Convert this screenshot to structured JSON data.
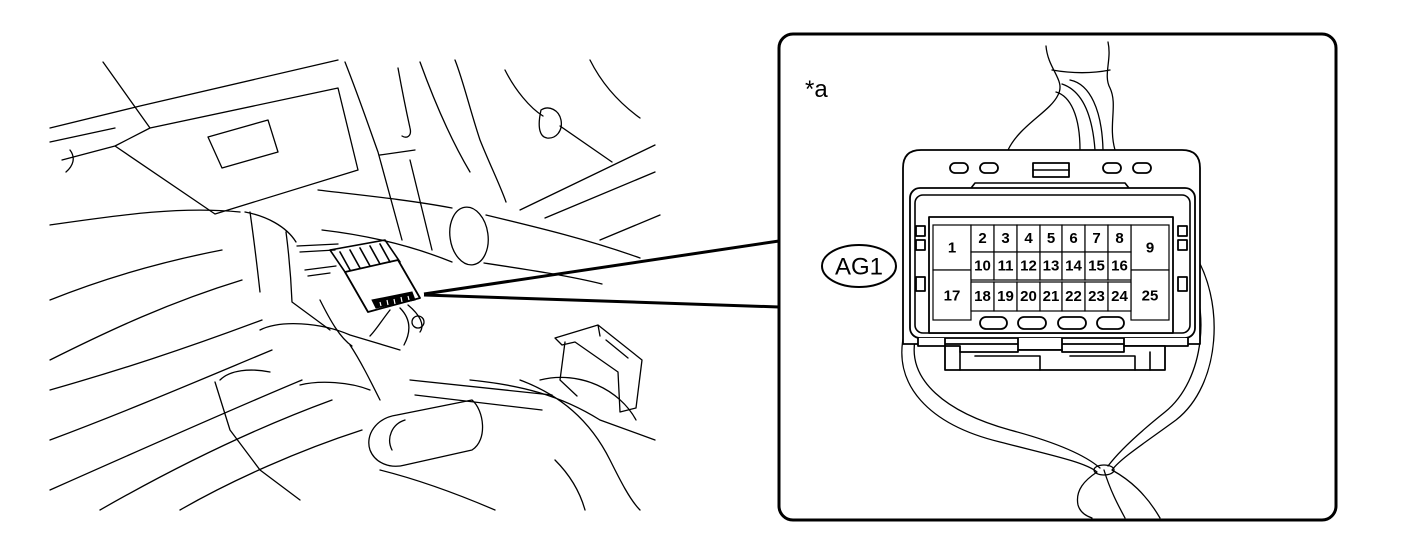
{
  "callout": {
    "label": "*a"
  },
  "connector": {
    "code": "AG1",
    "pins": [
      "1",
      "2",
      "3",
      "4",
      "5",
      "6",
      "7",
      "8",
      "9",
      "10",
      "11",
      "12",
      "13",
      "14",
      "15",
      "16",
      "17",
      "18",
      "19",
      "20",
      "21",
      "22",
      "23",
      "24",
      "25"
    ]
  },
  "colors": {
    "line": "#000000",
    "background": "#ffffff"
  }
}
